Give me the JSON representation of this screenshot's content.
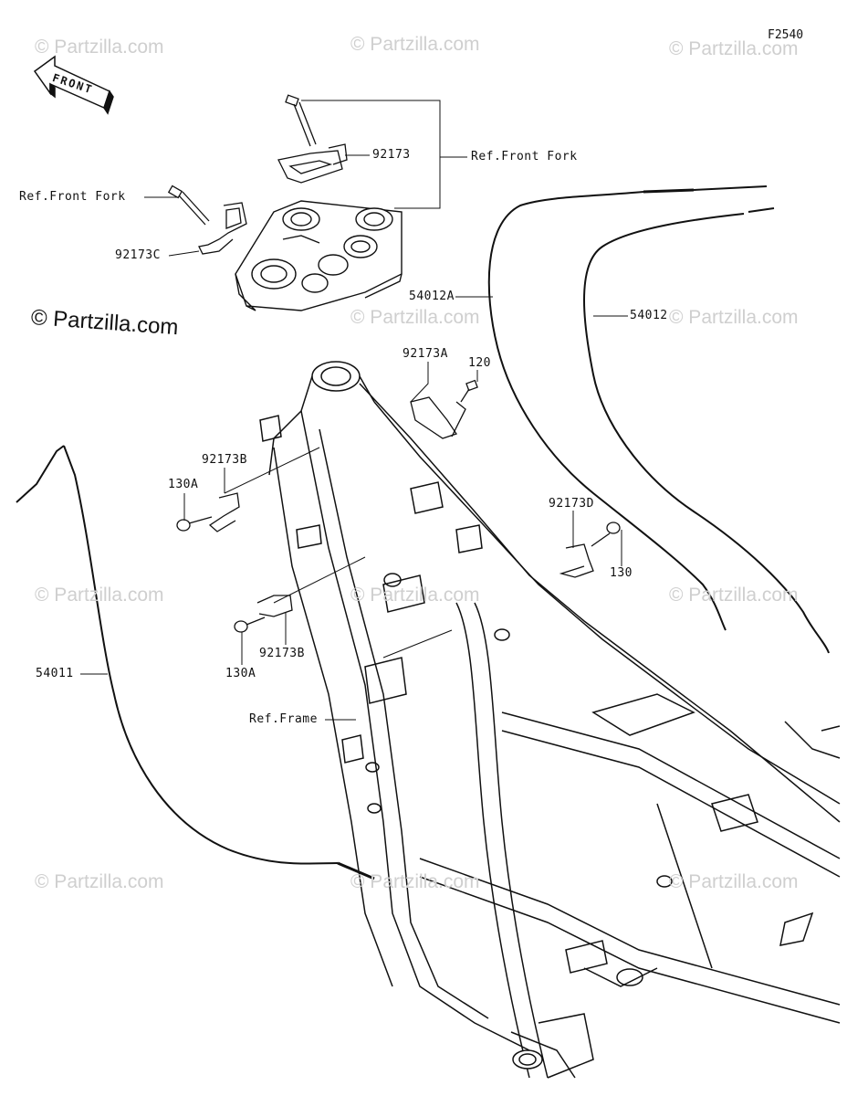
{
  "figure_code": "F2540",
  "front_arrow": {
    "label": "FRONT",
    "icon": "front-direction-arrow-icon"
  },
  "brand": "© Partzilla.com",
  "watermark_text": "© Partzilla.com",
  "parts": {
    "p92173": "92173",
    "p92173C": "92173C",
    "p92173A": "92173A",
    "p120": "120",
    "p92173B_upper": "92173B",
    "p130A_upper": "130A",
    "p92173D": "92173D",
    "p130": "130",
    "p92173B_lower": "92173B",
    "p130A_lower": "130A",
    "p54012A": "54012A",
    "p54012": "54012",
    "p54011": "54011"
  },
  "refs": {
    "front_fork_right": "Ref.Front Fork",
    "front_fork_left": "Ref.Front Fork",
    "frame": "Ref.Frame"
  },
  "colors": {
    "line": "#111111",
    "watermark": "#cfcfcf",
    "background": "#ffffff"
  }
}
